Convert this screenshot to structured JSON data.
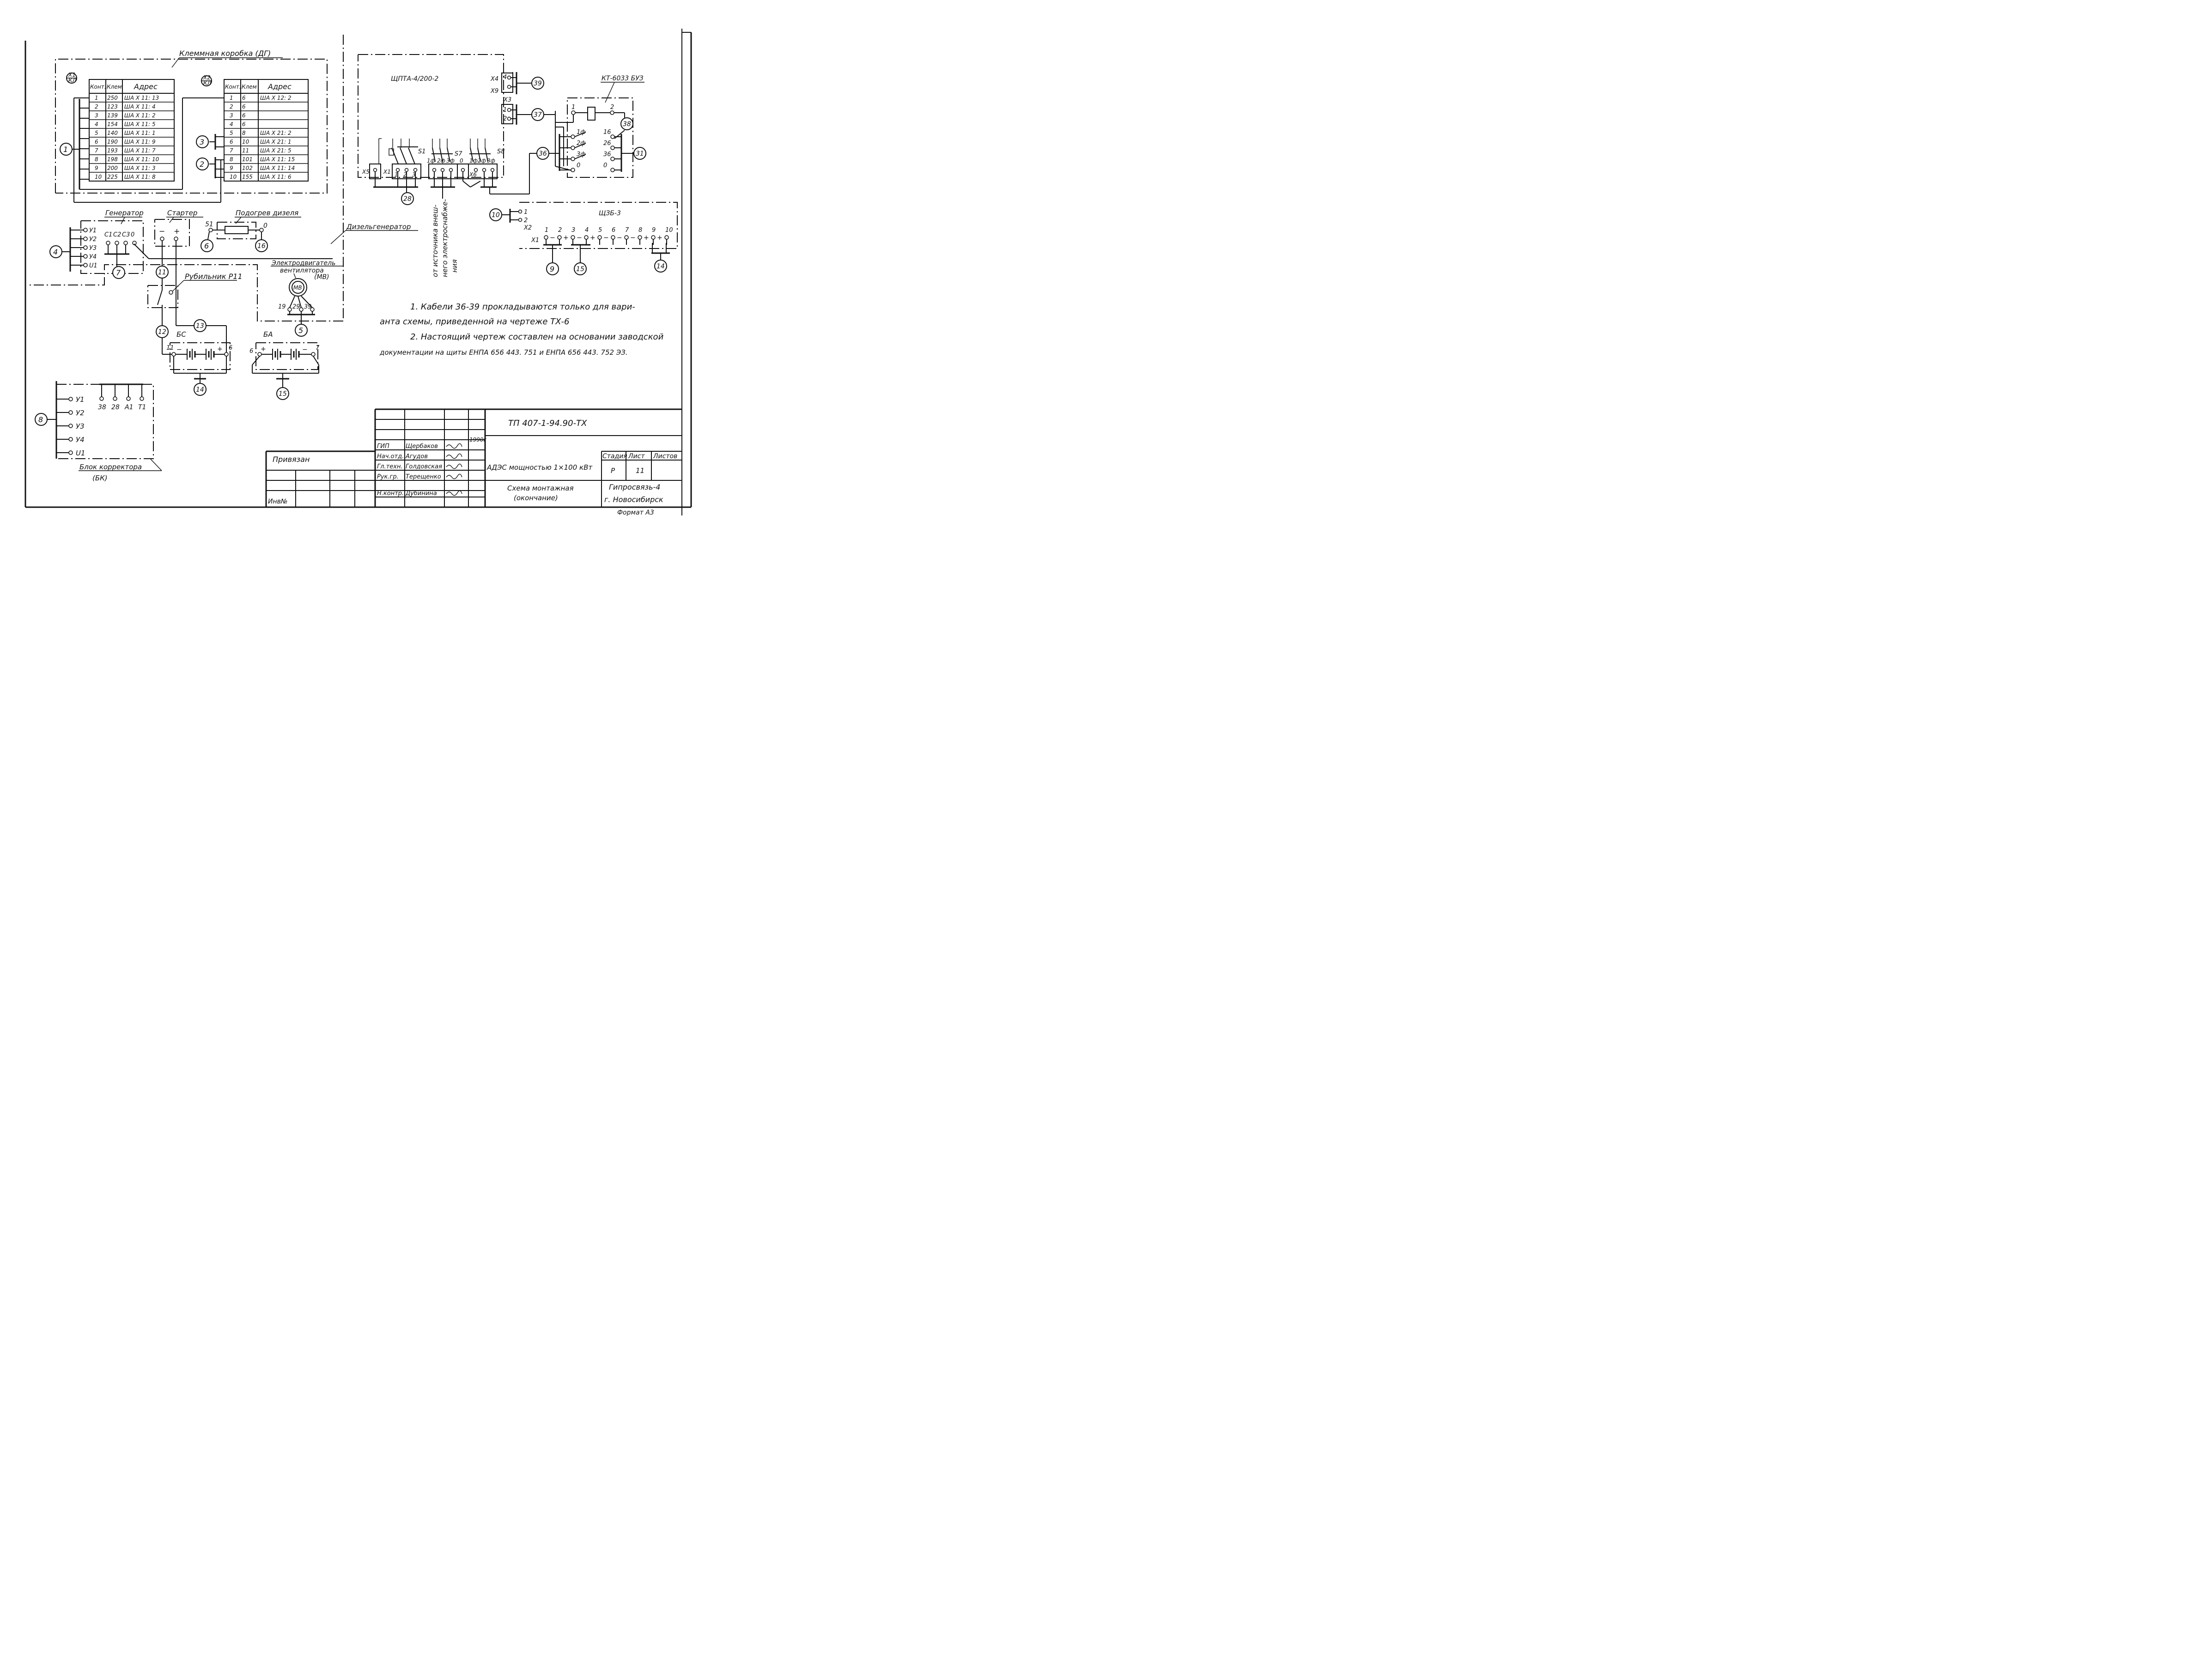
{
  "terminal_box": {
    "title": "Клеммная коробка (ДГ)",
    "left_table": {
      "mark_top": "Х1",
      "mark_bottom": "КЛ",
      "headers": [
        "Конт.",
        "Клем",
        "Адрес"
      ],
      "rows": [
        [
          "1",
          "250",
          "ША Х 11: 13"
        ],
        [
          "2",
          "123",
          "ША Х 11: 4"
        ],
        [
          "3",
          "139",
          "ША Х 11: 2"
        ],
        [
          "4",
          "154",
          "ША Х 11: 5"
        ],
        [
          "5",
          "140",
          "ША Х 11: 1"
        ],
        [
          "6",
          "190",
          "ША Х 11: 9"
        ],
        [
          "7",
          "193",
          "ША Х 11: 7"
        ],
        [
          "8",
          "198",
          "ША Х 11: 10"
        ],
        [
          "9",
          "200",
          "ША Х 11: 3"
        ],
        [
          "10",
          "225",
          "ША Х 11: 8"
        ]
      ]
    },
    "right_table": {
      "mark_top": "Х2",
      "mark_bottom": "КЛ",
      "headers": [
        "Конт.",
        "Клем",
        "Адрес"
      ],
      "rows": [
        [
          "1",
          "6",
          "ША Х 12: 2"
        ],
        [
          "2",
          "6",
          ""
        ],
        [
          "3",
          "6",
          ""
        ],
        [
          "4",
          "6",
          ""
        ],
        [
          "5",
          "8",
          "ША Х 21: 2"
        ],
        [
          "6",
          "10",
          "ША Х 21: 1"
        ],
        [
          "7",
          "11",
          "ША Х 21: 5"
        ],
        [
          "8",
          "101",
          "ША Х 11: 15"
        ],
        [
          "9",
          "102",
          "ША Х 11: 14"
        ],
        [
          "10",
          "155",
          "ША Х 11: 6"
        ]
      ]
    }
  },
  "cables": {
    "c1": "1",
    "c2": "2",
    "c3": "3",
    "c4": "4",
    "c5": "5",
    "c6": "6",
    "c7": "7",
    "c8": "8",
    "c9": "9",
    "c10": "10",
    "c11": "11",
    "c12": "12",
    "c13": "13",
    "c14a": "14",
    "c14b": "14",
    "c15a": "15",
    "c15b": "15",
    "c16": "16",
    "c28": "28",
    "c31": "31",
    "c36": "36",
    "c37": "37",
    "c38": "38",
    "c39": "39"
  },
  "generator": {
    "title": "Генератор",
    "pins": [
      "У1",
      "У2",
      "У3",
      "У4",
      "U1"
    ],
    "terms": [
      "C1",
      "C2",
      "C3",
      "0"
    ]
  },
  "starter": {
    "title": "Стартер",
    "minus": "−",
    "plus": "+"
  },
  "heater": {
    "title": "Подогрев дизеля",
    "left": "51",
    "right": "0"
  },
  "diesel_generator": {
    "title": "Дизельгенератор"
  },
  "motor": {
    "title_line1": "Электродвигатель",
    "title_line2": "вентилятора",
    "title_line3": "(МВ)",
    "symbol": "МВ",
    "pins": [
      "19",
      "29",
      "39"
    ]
  },
  "switch": {
    "title": "Рубильник Р11"
  },
  "battery_bc": {
    "title": "БС",
    "left": "11",
    "right": "6",
    "minus": "−",
    "plus": "+"
  },
  "battery_ba": {
    "title": "БА",
    "left": "6",
    "right": "7",
    "minus": "−",
    "plus": "+"
  },
  "corrector": {
    "title": "Блок корректора",
    "subtitle": "(БК)",
    "pins": [
      "У1",
      "У2",
      "У3",
      "У4",
      "U1"
    ],
    "top_pins": [
      "38",
      "28",
      "А1",
      "Т1"
    ]
  },
  "shpta": {
    "title": "ЩПТА-4/200-2",
    "x4": "Х4",
    "x9": "Х9",
    "x3": "Х3",
    "x5": "Х5",
    "x1": "Х1",
    "x6": "Х6",
    "p4": "4",
    "p1": "1",
    "p2": "2",
    "x1_pins": [
      "1",
      "2",
      "3"
    ],
    "s1": "S1",
    "s7": "S7",
    "s8": "S8",
    "s7_pins": [
      "1ф",
      "2ф",
      "3ф",
      "0"
    ],
    "s8_pins": [
      "1ф",
      "2ф",
      "3ф"
    ]
  },
  "kt": {
    "title": "КТ-6033 БУЗ",
    "coil_left": "1",
    "coil_right": "2",
    "left_pins": [
      "1ф",
      "2ф",
      "3ф",
      "0"
    ],
    "right_pins": [
      "16",
      "26",
      "36",
      "0"
    ]
  },
  "shzb": {
    "title": "ЩЗБ-3",
    "x1": "Х1",
    "x2": "Х2",
    "x2_pins": [
      "1",
      "2"
    ],
    "nums": [
      "1",
      "2",
      "3",
      "4",
      "5",
      "6",
      "7",
      "8",
      "9",
      "10"
    ],
    "signs": [
      "−",
      "+",
      "−",
      "+",
      "−",
      "−",
      "−",
      "+",
      "+",
      "−"
    ]
  },
  "external_source": {
    "line1": "от источника внеш-",
    "line2": "него электроснабже-",
    "line3": "ния"
  },
  "notes": {
    "n1_line1": "1. Кабели 36-39 прокладываются только для вари-",
    "n1_line2": "анта схемы, приведенной на чертеже ТХ-6",
    "n2_line1": "2. Настоящий чертеж составлен на основании заводской",
    "n2_line2": "документации на щиты ЕНПА 656 443. 751 и ЕНПА 656 443. 752 ЭЗ."
  },
  "title_block": {
    "doc_code": "ТП 407-1-94.90-ТХ",
    "privyazan": "Привязан",
    "inv": "Инв№",
    "year": "1990г",
    "roles": [
      "ГИП",
      "Нач.отд.",
      "Гл.техн.",
      "Рук.гр.",
      "Н.контр."
    ],
    "names": [
      "Щербаков",
      "Агудов",
      "Голдовская",
      "Терещенко",
      "Дубинина"
    ],
    "dates": [
      "",
      "",
      "",
      "",
      ""
    ],
    "project": "АДЭС мощностью 1×100 кВт",
    "sheet_title_line1": "Схема монтажная",
    "sheet_title_line2": "(окончание)",
    "stage_hdr": "Стадия",
    "sheet_hdr": "Лист",
    "sheets_hdr": "Листов",
    "stage": "Р",
    "sheet": "11",
    "sheets": "",
    "org_line1": "Гипросвязь-4",
    "org_line2": "г. Новосибирск",
    "format": "Формат А3"
  }
}
